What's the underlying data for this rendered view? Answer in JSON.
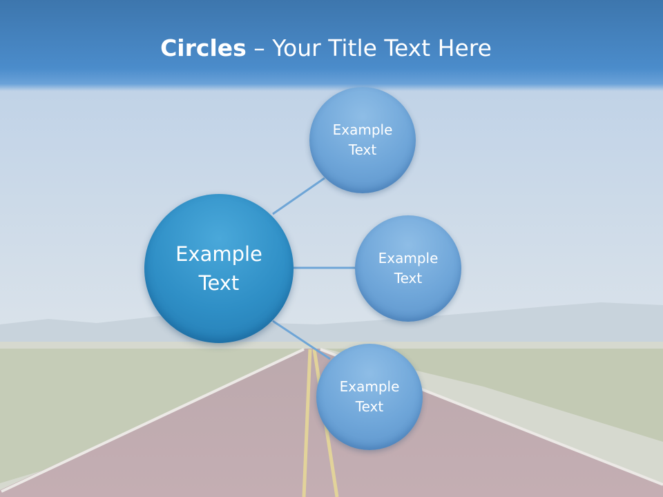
{
  "slide": {
    "title_bold": "Circles",
    "title_rest": " – Your Title Text Here"
  },
  "diagram": {
    "center": {
      "line1": "Example",
      "line2": "Text"
    },
    "nodes": [
      {
        "line1": "Example",
        "line2": "Text"
      },
      {
        "line1": "Example",
        "line2": "Text"
      },
      {
        "line1": "Example",
        "line2": "Text"
      }
    ]
  },
  "colors": {
    "title_bar": "#4b8ccb",
    "center_circle": "#2f8fc6",
    "node_circle": "#6fa6d9",
    "connector": "#6ea5d6"
  }
}
